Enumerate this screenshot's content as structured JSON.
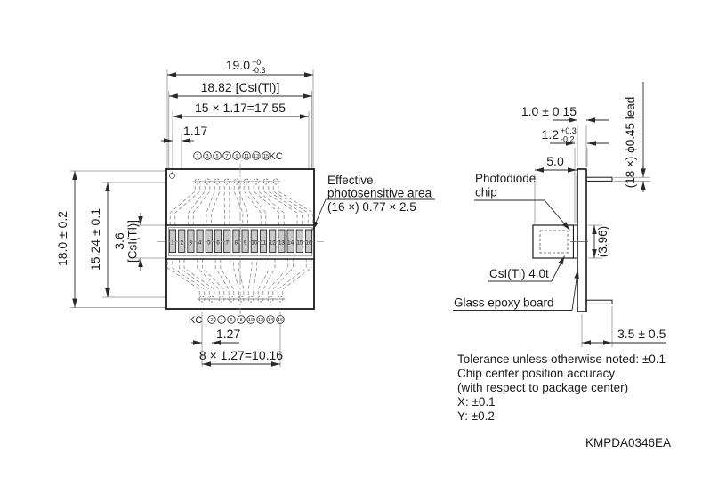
{
  "front": {
    "dim_19": {
      "value": "19.0",
      "tol_up": "+0",
      "tol_dn": "-0.3"
    },
    "dim_1882": "18.82 [CsI(Tl)]",
    "dim_1755": "15 × 1.17=17.55",
    "dim_117": "1.17",
    "dim_18": "18.0 ± 0.2",
    "dim_1524": "15.24 ± 0.1",
    "dim_36": "3.6",
    "dim_36_sub": "[CsI(Tl)]",
    "dim_127": "1.27",
    "dim_1016": "8 × 1.27=10.16",
    "top_pin_labels": [
      "1",
      "3",
      "5",
      "7",
      "9",
      "11",
      "13",
      "15"
    ],
    "top_pin_suffix": "KC",
    "bottom_pin_prefix": "KC",
    "bottom_pin_labels": [
      "2",
      "4",
      "6",
      "8",
      "10",
      "12",
      "14",
      "16"
    ],
    "cell_labels": [
      "1",
      "2",
      "3",
      "4",
      "5",
      "6",
      "7",
      "8",
      "9",
      "10",
      "11",
      "12",
      "13",
      "14",
      "15",
      "16"
    ],
    "effective_area_note": {
      "line1": "Effective",
      "line2": "photosensitive area",
      "line3": "(16 ×) 0.77 × 2.5"
    }
  },
  "side": {
    "dim_10": "1.0 ± 0.15",
    "dim_12": {
      "value": "1.2",
      "tol_up": "+0.3",
      "tol_dn": "-0.2"
    },
    "dim_50": "5.0",
    "lead_note": "(18 ×) ϕ0.45 lead",
    "photodiode_label_1": "Photodiode",
    "photodiode_label_2": "chip",
    "dim_396": "(3.96)",
    "csi_label": "CsI(Tl) 4.0t",
    "board_label": "Glass epoxy board",
    "dim_35": "3.5 ± 0.5"
  },
  "notes": {
    "line1": "Tolerance unless otherwise noted: ±0.1",
    "line2": "Chip center position accuracy",
    "line3": "(with respect to package center)",
    "line4": "X: ±0.1",
    "line5": "Y: ±0.2"
  },
  "doc_code": "KMPDA0346EA",
  "colors": {
    "line": "#1a1a1a",
    "dim_line": "#2a2a2a",
    "ext_line": "#8f8f8f",
    "trace": "#8a8a8a",
    "cell_fill": "#c9c9c9",
    "background": "#ffffff"
  }
}
